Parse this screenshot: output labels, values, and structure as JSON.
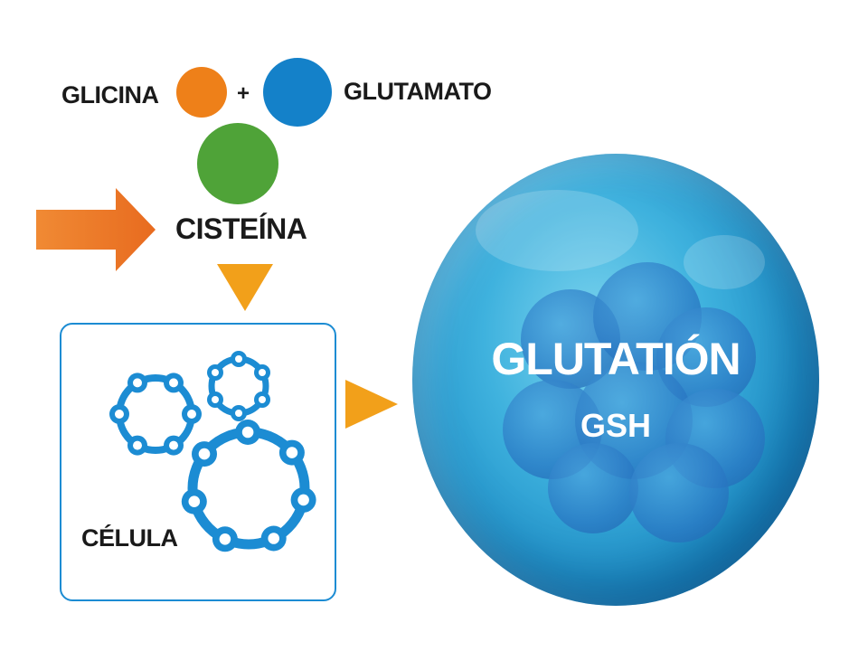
{
  "ingredients": {
    "glicina": "GLICINA",
    "plus": "+",
    "glutamato": "GLUTAMATO",
    "cisteina": "CISTEÍNA"
  },
  "cell": {
    "label": "CÉLULA"
  },
  "product": {
    "name": "GLUTATIÓN",
    "abbreviation": "GSH"
  },
  "colors": {
    "glicina_circle": "#ee8019",
    "glutamato_circle": "#1481c9",
    "cisteina_circle": "#4fa338",
    "input_arrow": "#ec7a2a",
    "flow_arrows": "#f2a01a",
    "cell_border": "#1c8cd3",
    "gears": "#1c8cd3"
  },
  "icons": [
    "input-arrow-icon",
    "down-arrow-icon",
    "right-arrow-icon",
    "gear-icon"
  ]
}
